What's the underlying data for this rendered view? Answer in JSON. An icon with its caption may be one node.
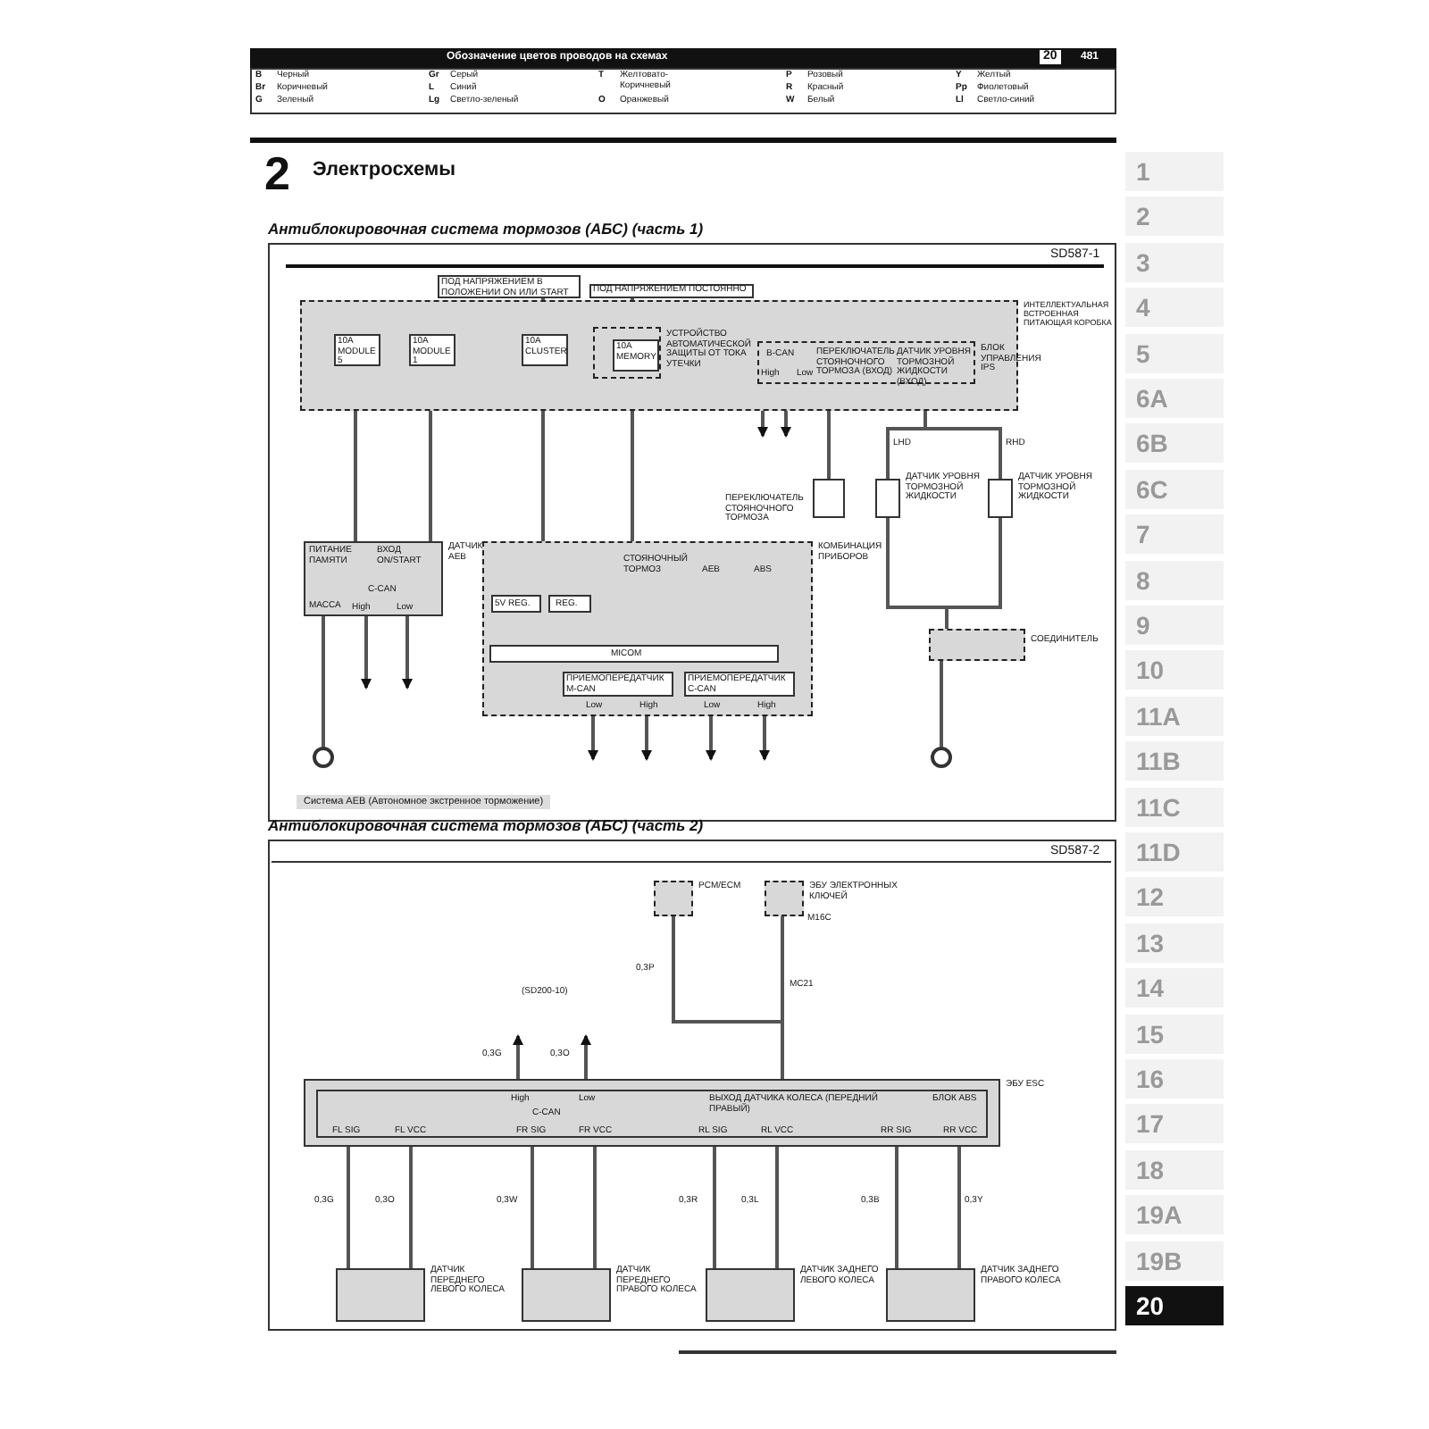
{
  "diagram": {
    "title": "Электросхемы",
    "nodes": [
      {
        "text": [
          "ИНТЕЛЛЕКТУАЛЬНАЯ ВСТРОЕННАЯ ПИТАЮЩАЯ КОРОБКА"
        ]
      },
      {
        "text": [
          "ПОД НАПРЯЖЕНИЕМ В ПОЛОЖЕНИИ ON ИЛИ START"
        ]
      },
      {
        "text": [
          "ПОД НАПРЯЖЕНИЕМ ПОСТОЯННО"
        ]
      },
      {
        "text": [
          "10A MODULE 5"
        ],
        "in": 0
      },
      {
        "text": [
          "10A MODULE 1"
        ],
        "in": 0
      },
      {
        "text": [
          "10A CLUSTER"
        ],
        "in": 0
      },
      {
        "text": [
          "УСТРОЙСТВО АВТОМАТИЧЕСКОЙ ЗАЩИТЫ ОТ ТОКА УТЕЧКИ"
        ],
        "in": 0
      },
      {
        "text": [
          "10A MEMORY"
        ],
        "in": 6
      },
      {
        "text": [
          "B-CAN",
          "ПЕРЕКЛЮЧАТЕЛЬ СТОЯНОЧНОГО ТОРМОЗА (ВХОД)",
          "ДАТЧИК УРОВНЯ ТОРМОЗНОЙ ЖИДКОСТИ (ВХОД)",
          "БЛОК УПРАВЛЕНИЯ IPS",
          "High",
          "Low"
        ],
        "in": 0
      },
      {
        "text": [
          "ПИТАНИЕ ПАМЯТИ",
          "ВХОД ON/START",
          "ДАТЧИК AEB",
          "C-CAN",
          "МАССА",
          "High",
          "Low"
        ]
      },
      {
        "text": [
          "КОМБИНАЦИЯ ПРИБОРОВ",
          "СТОЯНОЧНЫЙ ТОРМОЗ",
          "AEB",
          "ABS"
        ]
      },
      {
        "text": [
          "5V REG."
        ],
        "in": 10
      },
      {
        "text": [
          "REG."
        ],
        "in": 10
      },
      {
        "text": [
          "MICOM"
        ],
        "in": 10
      },
      {
        "text": [
          "ПРИЕМОПЕРЕДАТЧИК M-CAN",
          "Low",
          "High"
        ],
        "in": 10
      },
      {
        "text": [
          "ПРИЕМОПЕРЕДАТЧИК C-CAN",
          "Low",
          "High"
        ],
        "in": 10
      },
      {
        "text": [
          "ПЕРЕКЛЮЧАТЕЛЬ СТОЯНОЧНОГО ТОРМОЗА"
        ]
      },
      {
        "text": [
          "ДАТЧИК УРОВНЯ ТОРМОЗНОЙ ЖИДКОСТИ"
        ]
      },
      {
        "text": [
          "ДАТЧИК УРОВНЯ ТОРМОЗНОЙ ЖИДКОСТИ"
        ]
      },
      {
        "text": [
          "СОЕДИНИТЕЛЬ"
        ]
      },
      {
        "text": [],
        "shape": "circle"
      },
      {
        "text": [],
        "shape": "circle"
      },
      {
        "text": [
          "PCM/ECM"
        ]
      },
      {
        "text": [
          "ЭБУ ЭЛЕКТРОННЫХ КЛЮЧЕЙ"
        ]
      },
      {
        "text": [
          "ЭБУ ESC"
        ]
      },
      {
        "text": [
          "High",
          "Low",
          "ВЫХОД ДАТЧИКА КОЛЕСА (ПЕРЕДНИЙ ПРАВЫЙ)",
          "БЛОК ABS",
          "C-CAN",
          "FL SIG",
          "FL VCC",
          "FR SIG",
          "FR VCC",
          "RL SIG",
          "RL VCC",
          "RR SIG",
          "RR VCC"
        ],
        "in": 24
      },
      {
        "text": [
          "ДАТЧИК ПЕРЕДНЕГО ЛЕВОГО КОЛЕСА"
        ]
      },
      {
        "text": [
          "ДАТЧИК ПЕРЕДНЕГО ПРАВОГО КОЛЕСА"
        ]
      },
      {
        "text": [
          "ДАТЧИК ЗАДНЕГО ЛЕВОГО КОЛЕСА"
        ]
      },
      {
        "text": [
          "ДАТЧИК ЗАДНЕГО ПРАВОГО КОЛЕСА"
        ]
      }
    ],
    "edges": [
      {
        "from": 1,
        "to": 5,
        "arrow": "none"
      },
      {
        "from": 2,
        "to": 7,
        "arrow": "none"
      },
      {
        "from": 3,
        "to": 9,
        "arrow": "none"
      },
      {
        "from": 4,
        "to": 9,
        "arrow": "none"
      },
      {
        "from": 5,
        "to": 10,
        "arrow": "none"
      },
      {
        "from": 7,
        "to": 10,
        "arrow": "none"
      },
      {
        "from": 8,
        "to": null,
        "arrow": "to"
      },
      {
        "from": 8,
        "to": null,
        "arrow": "to"
      },
      {
        "from": 8,
        "to": 16,
        "arrow": "none"
      },
      {
        "from": 8,
        "to": 17,
        "arrow": "none"
      },
      {
        "from": 8,
        "to": 18,
        "arrow": "none"
      },
      {
        "from": 17,
        "to": 19,
        "arrow": "none"
      },
      {
        "from": 18,
        "to": 19,
        "arrow": "none"
      },
      {
        "from": 19,
        "to": 21,
        "arrow": "none"
      },
      {
        "from": 9,
        "to": 20,
        "arrow": "none"
      },
      {
        "from": 9,
        "to": null,
        "arrow": "to"
      },
      {
        "from": 9,
        "to": null,
        "arrow": "to"
      },
      {
        "from": 14,
        "to": null,
        "arrow": "to"
      },
      {
        "from": 14,
        "to": null,
        "arrow": "to"
      },
      {
        "from": 15,
        "to": null,
        "arrow": "to"
      },
      {
        "from": 15,
        "to": null,
        "arrow": "to"
      },
      {
        "from": 22,
        "to": 25,
        "arrow": "none",
        "label": "0,3P"
      },
      {
        "from": 23,
        "to": 25,
        "arrow": "none"
      },
      {
        "from": 25,
        "to": null,
        "arrow": "to",
        "label": "0,3G"
      },
      {
        "from": 25,
        "to": null,
        "arrow": "to",
        "label": "0,3O"
      },
      {
        "from": 25,
        "to": 26,
        "arrow": "none",
        "label": "0,3G"
      },
      {
        "from": 25,
        "to": 26,
        "arrow": "none",
        "label": "0,3O"
      },
      {
        "from": 25,
        "to": 27,
        "arrow": "none",
        "label": "0,3W"
      },
      {
        "from": 25,
        "to": 27,
        "arrow": "none"
      },
      {
        "from": 25,
        "to": 28,
        "arrow": "none",
        "label": "0,3R"
      },
      {
        "from": 25,
        "to": 28,
        "arrow": "none",
        "label": "0,3L"
      },
      {
        "from": 25,
        "to": 29,
        "arrow": "none",
        "label": "0,3B"
      },
      {
        "from": 25,
        "to": 29,
        "arrow": "none",
        "label": "0,3Y"
      }
    ],
    "labels": [
      "Обозначение цветов проводов на схемах",
      "481",
      "B",
      "Черный",
      "Br",
      "Коричневый",
      "G",
      "Зеленый",
      "Gr",
      "Серый",
      "L",
      "Синий",
      "Lg",
      "Светло-зеленый",
      "T",
      "Желтовато- Коричневый",
      "O",
      "Оранжевый",
      "P",
      "Розовый",
      "R",
      "Красный",
      "W",
      "Белый",
      "Y",
      "Желтый",
      "Pp",
      "Фиолетовый",
      "Ll",
      "Светло-синий",
      "2",
      "Антиблокировочная система тормозов (АБС) (часть 1)",
      "SD587-1",
      "Система AEB (Автономное экстренное торможение)",
      "Антиблокировочная система тормозов (АБС) (часть 2)",
      "SD587-2",
      "1",
      "2",
      "3",
      "4",
      "5",
      "6A",
      "6B",
      "6C",
      "7",
      "8",
      "9",
      "10",
      "11A",
      "11B",
      "11C",
      "11D",
      "12",
      "13",
      "14",
      "15",
      "16",
      "17",
      "18",
      "19A",
      "19B",
      "20",
      "LHD",
      "RHD",
      "(SD200-10)",
      "MC21",
      "M16C",
      "20"
    ]
  }
}
